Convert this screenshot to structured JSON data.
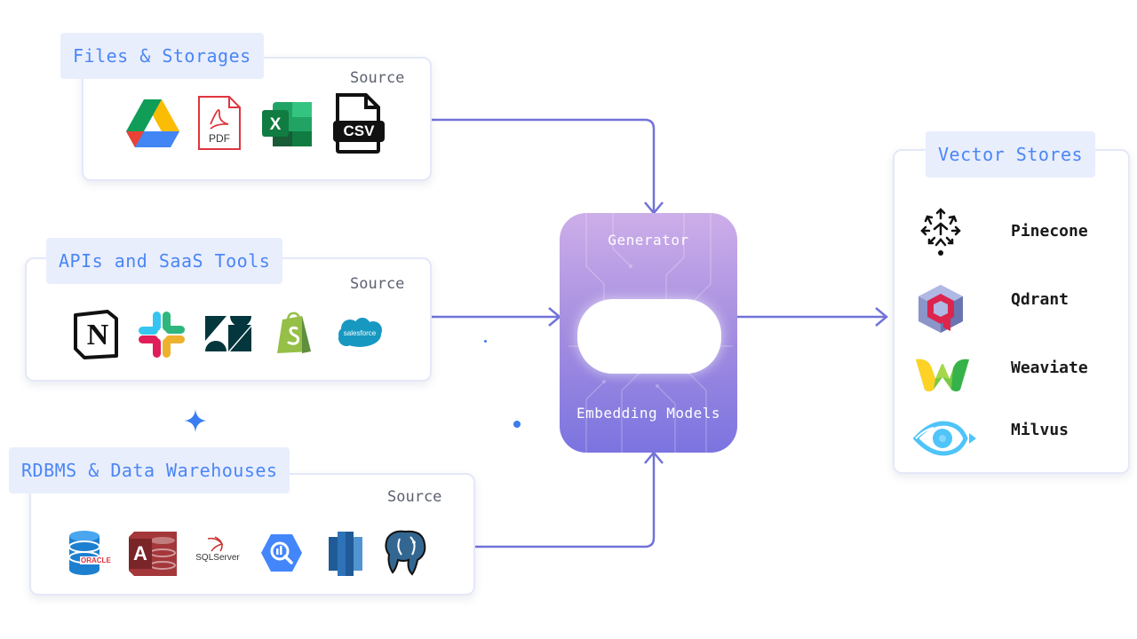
{
  "groups": [
    {
      "title": "Files & Storages",
      "source_label": "Source",
      "icons": [
        "google-drive-icon",
        "pdf-icon",
        "excel-icon",
        "csv-icon"
      ],
      "pdf_text": "PDF",
      "csv_text": "CSV"
    },
    {
      "title": "APIs and SaaS Tools",
      "source_label": "Source",
      "icons": [
        "notion-icon",
        "slack-icon",
        "zendesk-icon",
        "shopify-icon",
        "salesforce-icon"
      ],
      "notion_text": "N",
      "salesforce_text": "salesforce"
    },
    {
      "title": "RDBMS & Data Warehouses",
      "source_label": "Source",
      "icons": [
        "oracle-icon",
        "access-icon",
        "sqlserver-icon",
        "bigquery-icon",
        "redshift-icon",
        "postgresql-icon"
      ],
      "oracle_text": "ORACLE",
      "access_text": "A",
      "sqlserver_text": "SQLServer"
    }
  ],
  "generator": {
    "title": "Generator",
    "subtitle": "Embedding Models"
  },
  "vector_stores": {
    "title": "Vector Stores",
    "items": [
      {
        "label": "Pinecone",
        "icon": "pinecone-icon"
      },
      {
        "label": "Qdrant",
        "icon": "qdrant-icon"
      },
      {
        "label": "Weaviate",
        "icon": "weaviate-icon"
      },
      {
        "label": "Milvus",
        "icon": "milvus-icon"
      }
    ]
  },
  "colors": {
    "accent": "#4a86f5",
    "tag_bg": "#e9eefd",
    "connector": "#6f6fd8",
    "generator_top": "#c9a7e8",
    "generator_bottom": "#7a72e0"
  }
}
